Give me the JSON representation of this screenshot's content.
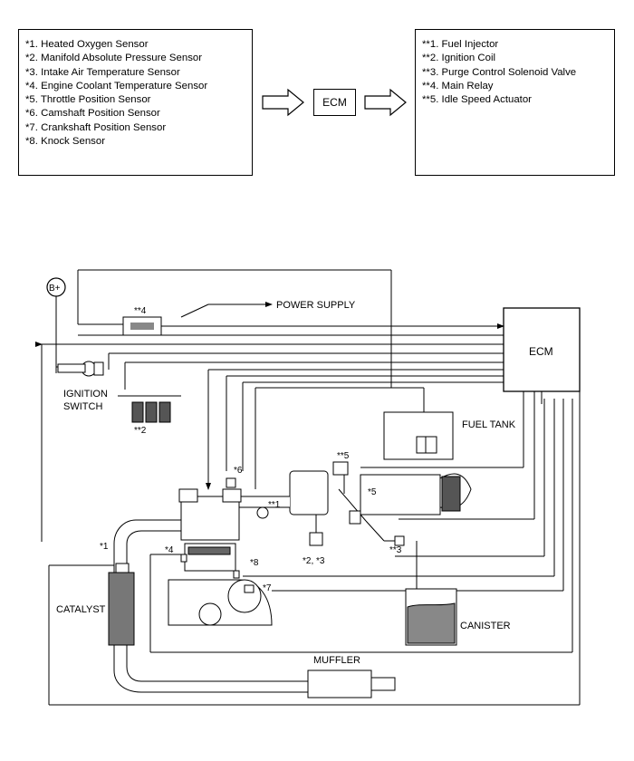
{
  "sensors": [
    "*1. Heated Oxygen Sensor",
    "*2. Manifold Absolute Pressure Sensor",
    "*3. Intake Air Temperature Sensor",
    "*4. Engine Coolant Temperature Sensor",
    "*5. Throttle Position Sensor",
    "*6. Camshaft Position Sensor",
    "*7. Crankshaft Position Sensor",
    "*8. Knock Sensor"
  ],
  "actuators": [
    "**1. Fuel Injector",
    "**2. Ignition Coil",
    "**3. Purge Control Solenoid Valve",
    "**4. Main Relay",
    "**5. Idle Speed Actuator"
  ],
  "ecm_box_label": "ECM",
  "labels": {
    "ecm": "ECM",
    "battery": "B+",
    "power_supply": "POWER SUPPLY",
    "ignition_switch_line1": "IGNITION",
    "ignition_switch_line2": "SWITCH",
    "fuel_tank": "FUEL TANK",
    "catalyst": "CATALYST",
    "canister": "CANISTER",
    "muffler": "MUFFLER",
    "main_relay": "**4",
    "ignition_coil": "**2",
    "fuel_injector": "**1",
    "idle_speed_actuator": "**5",
    "purge_valve": "**3",
    "o2_sensor": "*1",
    "map_iat_sensor": "*2, *3",
    "coolant_sensor": "*4",
    "throttle_sensor": "*5",
    "cam_sensor": "*6",
    "crank_sensor": "*7",
    "knock_sensor": "*8"
  }
}
